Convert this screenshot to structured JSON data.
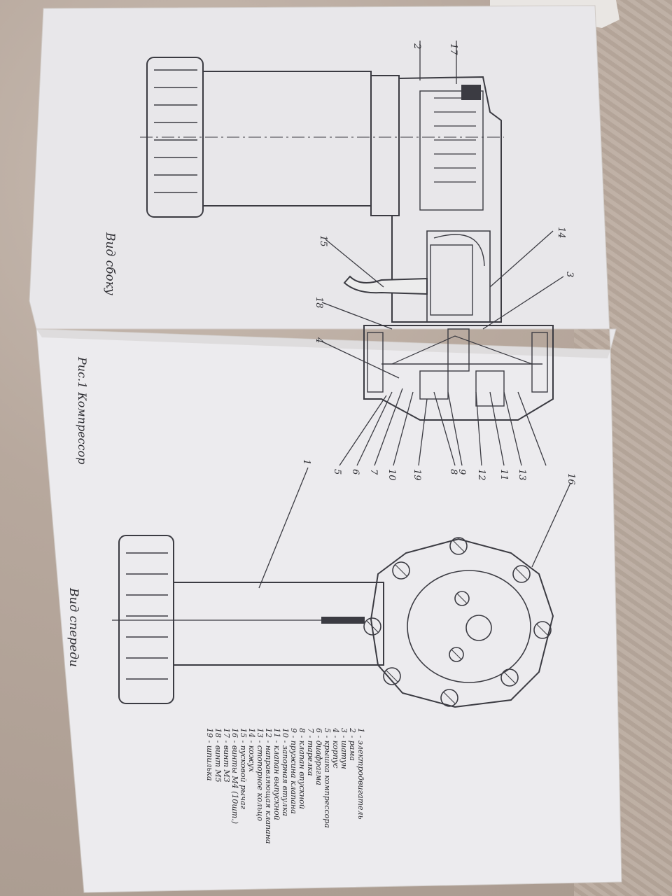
{
  "document": {
    "figure_caption": "Рис.1 Компрессор",
    "view_side_label": "Вид сбоку",
    "view_front_label": "Вид спереди",
    "callouts_side": [
      "2",
      "17",
      "14",
      "3",
      "15",
      "18",
      "4",
      "5",
      "6",
      "7",
      "10",
      "19",
      "8",
      "9",
      "12",
      "11",
      "13",
      "16"
    ],
    "callout_front": "1",
    "legend": [
      "1 - электродвигатель",
      "2 - рама",
      "3 - шатун",
      "4 - корпус",
      "5 - крышка компрессора",
      "6 - диафрагма",
      "7 - тарелка",
      "8 - клапан впускной",
      "9 - пружина клапана",
      "10 - запорная втулка",
      "11 - клапан выпускной",
      "12 - направляющая клапана",
      "13 - стопорное кольцо",
      "14 - кожух",
      "15 - пусковой рычаг",
      "16 - винты М4 (10шт.)",
      "17 - винт М3",
      "18 - винт М5",
      "19 - шпилька"
    ]
  }
}
